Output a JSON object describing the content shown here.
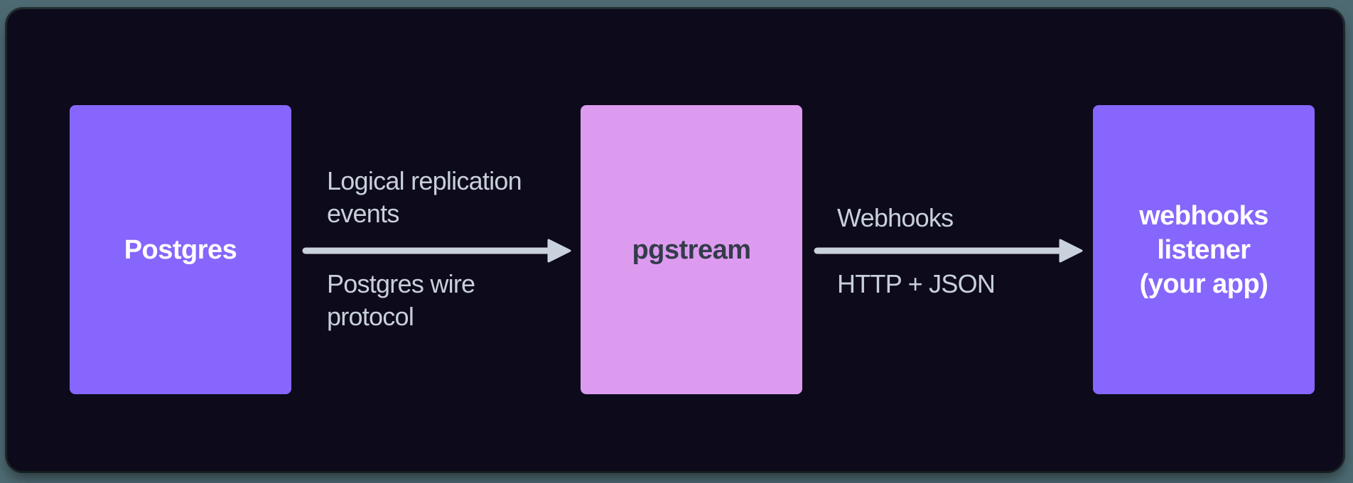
{
  "diagram": {
    "colors": {
      "frame_bg": "#4d6a72",
      "panel_bg": "#0d0a1b",
      "node_purple": "#8666fc",
      "node_pink": "#dd9bf0",
      "node_text_light": "#ffffff",
      "node_text_dark": "#343c4a",
      "arrow": "#c9d2dc",
      "edge_label": "#c8d0da"
    },
    "nodes": [
      {
        "id": "postgres",
        "label": "Postgres"
      },
      {
        "id": "pgstream",
        "label": "pgstream"
      },
      {
        "id": "webhooks_listener",
        "lines": [
          "webhooks",
          "listener",
          "(your app)"
        ]
      }
    ],
    "edges": [
      {
        "from": "postgres",
        "to": "pgstream",
        "top_label_lines": [
          "Logical replication",
          "events"
        ],
        "bottom_label_lines": [
          "Postgres wire",
          "protocol"
        ]
      },
      {
        "from": "pgstream",
        "to": "webhooks_listener",
        "top_label_lines": [
          "Webhooks"
        ],
        "bottom_label_lines": [
          "HTTP + JSON"
        ]
      }
    ]
  }
}
